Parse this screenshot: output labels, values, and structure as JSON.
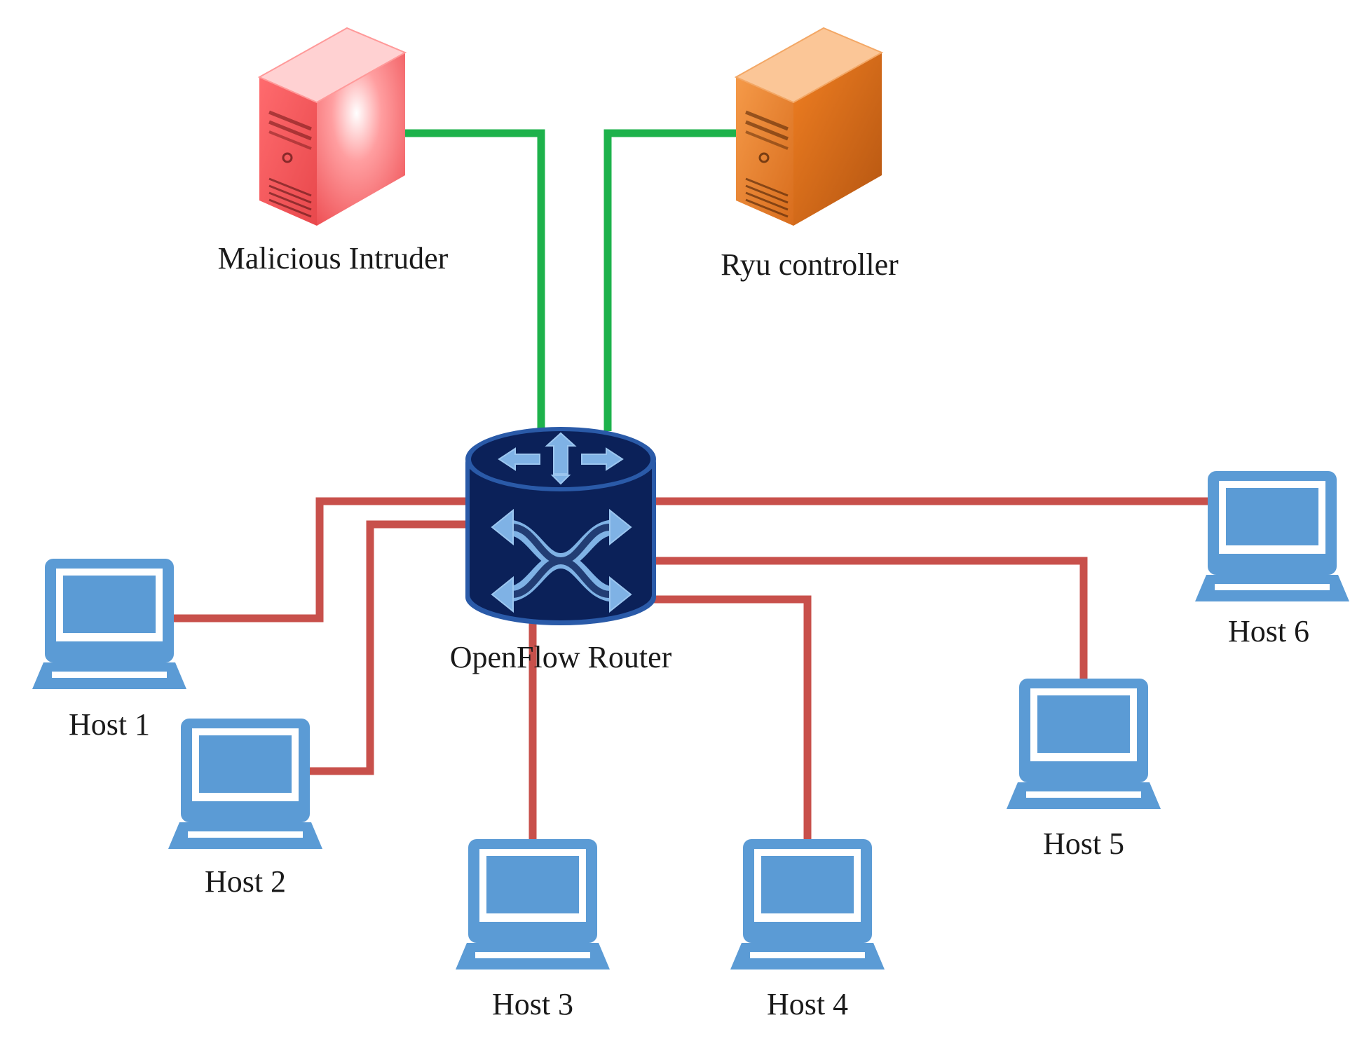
{
  "labels": {
    "intruder": "Malicious Intruder",
    "controller": "Ryu controller",
    "router": "OpenFlow Router",
    "host1": "Host 1",
    "host2": "Host 2",
    "host3": "Host 3",
    "host4": "Host 4",
    "host5": "Host 5",
    "host6": "Host 6"
  },
  "colors": {
    "control_link": "#1db24b",
    "data_link": "#c8504b",
    "laptop": "#5b9bd5",
    "router_body": "#0b2159",
    "router_arrows": "#7fb2e5",
    "intruder_server": "#f26f72",
    "controller_server": "#e07a2c"
  },
  "icons": {
    "intruder": "server-icon",
    "controller": "server-icon",
    "router": "router-icon",
    "hosts": "laptop-icon"
  }
}
